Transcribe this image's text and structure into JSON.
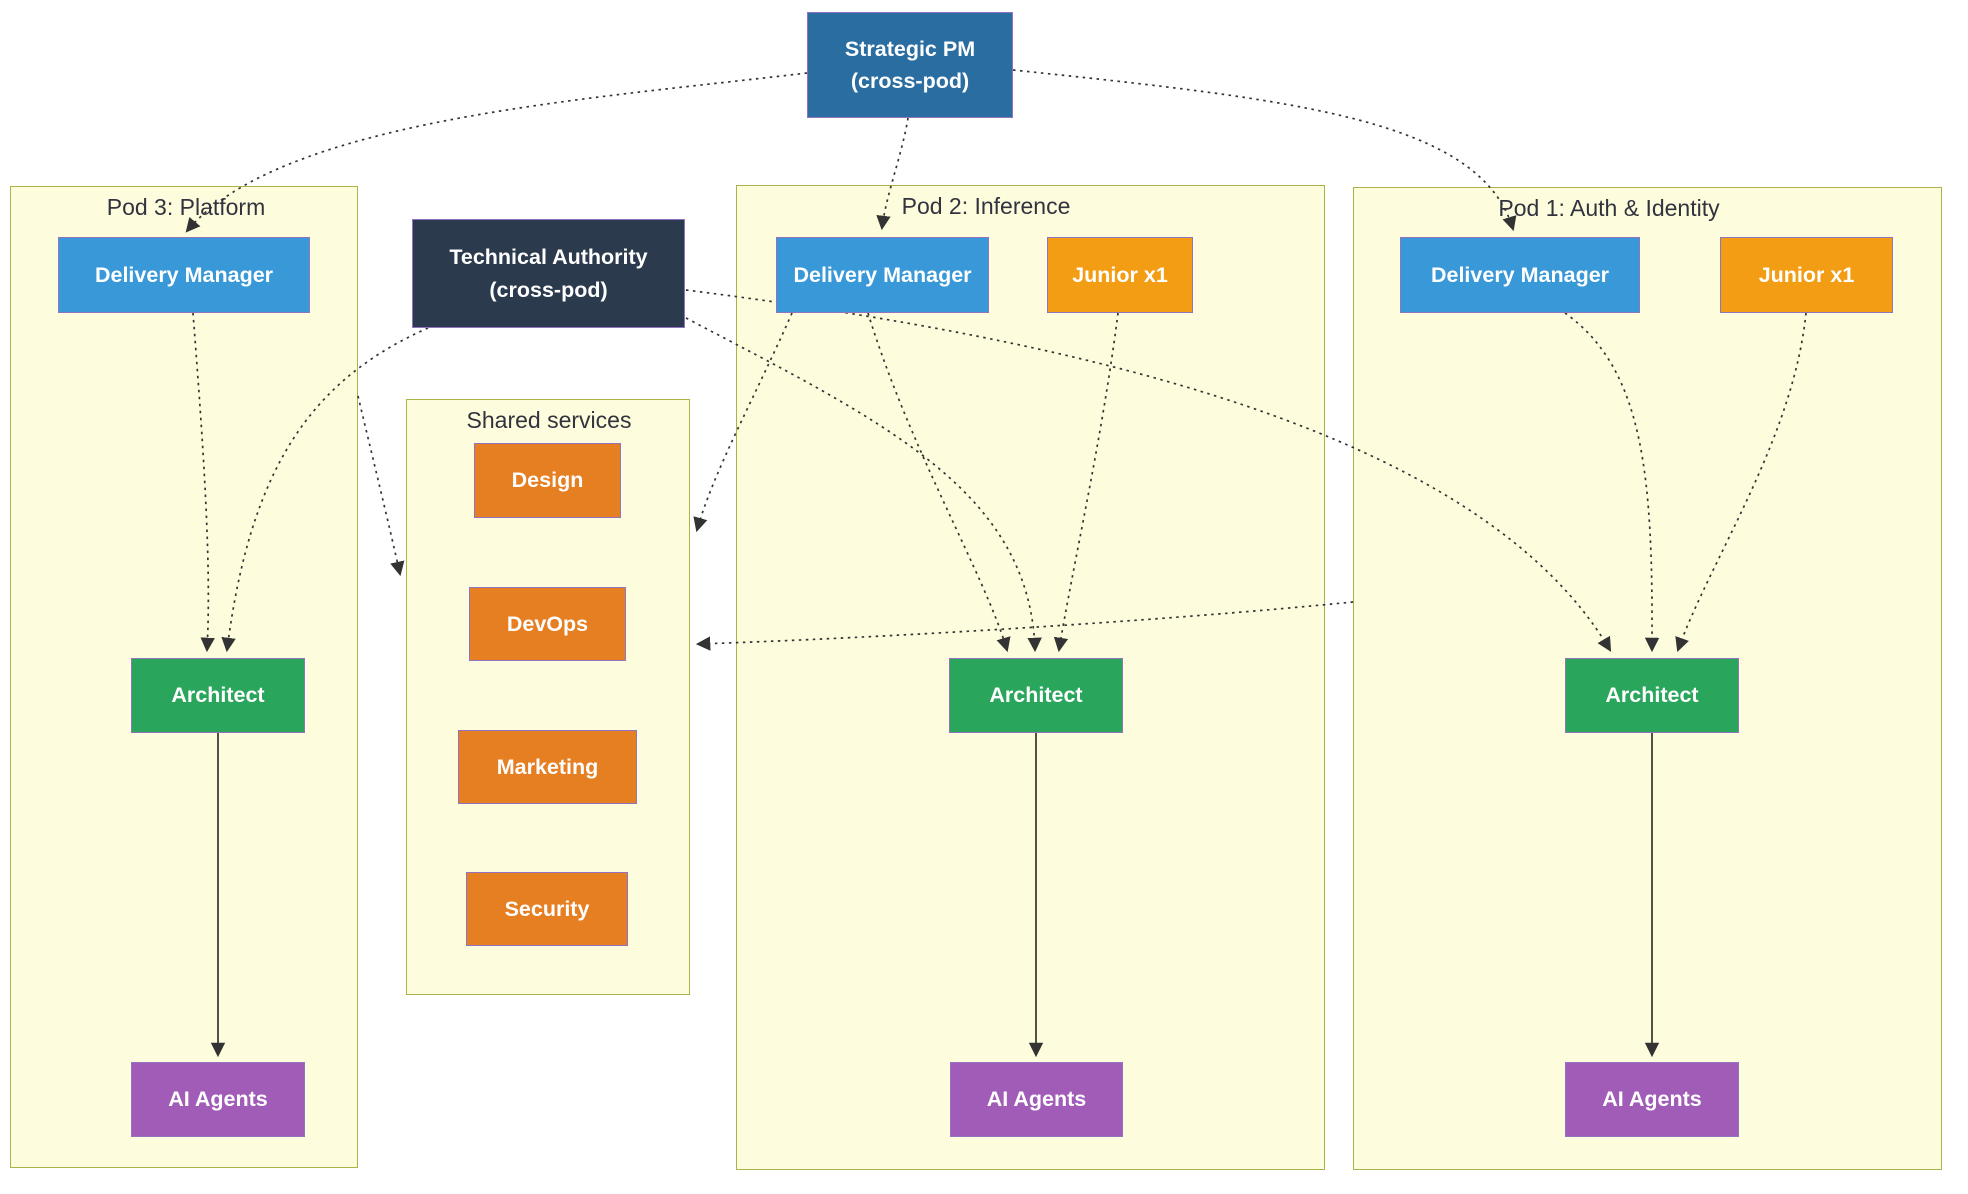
{
  "diagram_type": "org-structure-flowchart",
  "nodes": {
    "strategic_pm": {
      "line1": "Strategic PM",
      "line2": "(cross-pod)"
    },
    "technical_authority": {
      "line1": "Technical Authority",
      "line2": "(cross-pod)"
    }
  },
  "pods": [
    {
      "title": "Pod 3: Platform",
      "delivery_manager": "Delivery Manager",
      "architect": "Architect",
      "ai_agents": "AI Agents"
    },
    {
      "title": "Pod 2: Inference",
      "delivery_manager": "Delivery Manager",
      "junior": "Junior x1",
      "architect": "Architect",
      "ai_agents": "AI Agents"
    },
    {
      "title": "Pod 1: Auth & Identity",
      "delivery_manager": "Delivery Manager",
      "junior": "Junior x1",
      "architect": "Architect",
      "ai_agents": "AI Agents"
    }
  ],
  "shared_services": {
    "title": "Shared services",
    "items": [
      "Design",
      "DevOps",
      "Marketing",
      "Security"
    ]
  },
  "edges": [
    {
      "from": "Strategic PM",
      "to": "Pod 3 Delivery Manager",
      "style": "dotted"
    },
    {
      "from": "Strategic PM",
      "to": "Pod 2 Delivery Manager",
      "style": "dotted"
    },
    {
      "from": "Strategic PM",
      "to": "Pod 1 Delivery Manager",
      "style": "dotted"
    },
    {
      "from": "Pod 3 Delivery Manager",
      "to": "Pod 3 Architect",
      "style": "dotted"
    },
    {
      "from": "Technical Authority",
      "to": "Pod 3 Architect",
      "style": "dotted"
    },
    {
      "from": "Technical Authority",
      "to": "Pod 2 Architect",
      "style": "dotted"
    },
    {
      "from": "Technical Authority",
      "to": "Pod 1 Architect",
      "style": "dotted"
    },
    {
      "from": "Pod 2 Delivery Manager",
      "to": "Pod 2 Architect",
      "style": "dotted"
    },
    {
      "from": "Pod 2 Junior x1",
      "to": "Pod 2 Architect",
      "style": "dotted"
    },
    {
      "from": "Pod 1 Delivery Manager",
      "to": "Pod 1 Architect",
      "style": "dotted"
    },
    {
      "from": "Pod 1 Junior x1",
      "to": "Pod 1 Architect",
      "style": "dotted"
    },
    {
      "from": "Pod 3",
      "to": "Shared services",
      "style": "dotted"
    },
    {
      "from": "Pod 2 Delivery Manager",
      "to": "Shared services",
      "style": "dotted"
    },
    {
      "from": "Pod 1",
      "to": "Shared services",
      "style": "dotted"
    },
    {
      "from": "Pod 3 Architect",
      "to": "Pod 3 AI Agents",
      "style": "solid"
    },
    {
      "from": "Pod 2 Architect",
      "to": "Pod 2 AI Agents",
      "style": "solid"
    },
    {
      "from": "Pod 1 Architect",
      "to": "Pod 1 AI Agents",
      "style": "solid"
    }
  ],
  "colors": {
    "strategic_pm_fill": "#2a6da1",
    "technical_authority_fill": "#2b3a4d",
    "delivery_manager_fill": "#3898d8",
    "junior_fill": "#f29d13",
    "shared_service_fill": "#e67e22",
    "architect_fill": "#2aa65c",
    "ai_agents_fill": "#a15cb8",
    "node_border": "#9173c0",
    "cluster_fill": "#fdfcdc",
    "cluster_border": "#abb24a",
    "edge": "#333333"
  }
}
